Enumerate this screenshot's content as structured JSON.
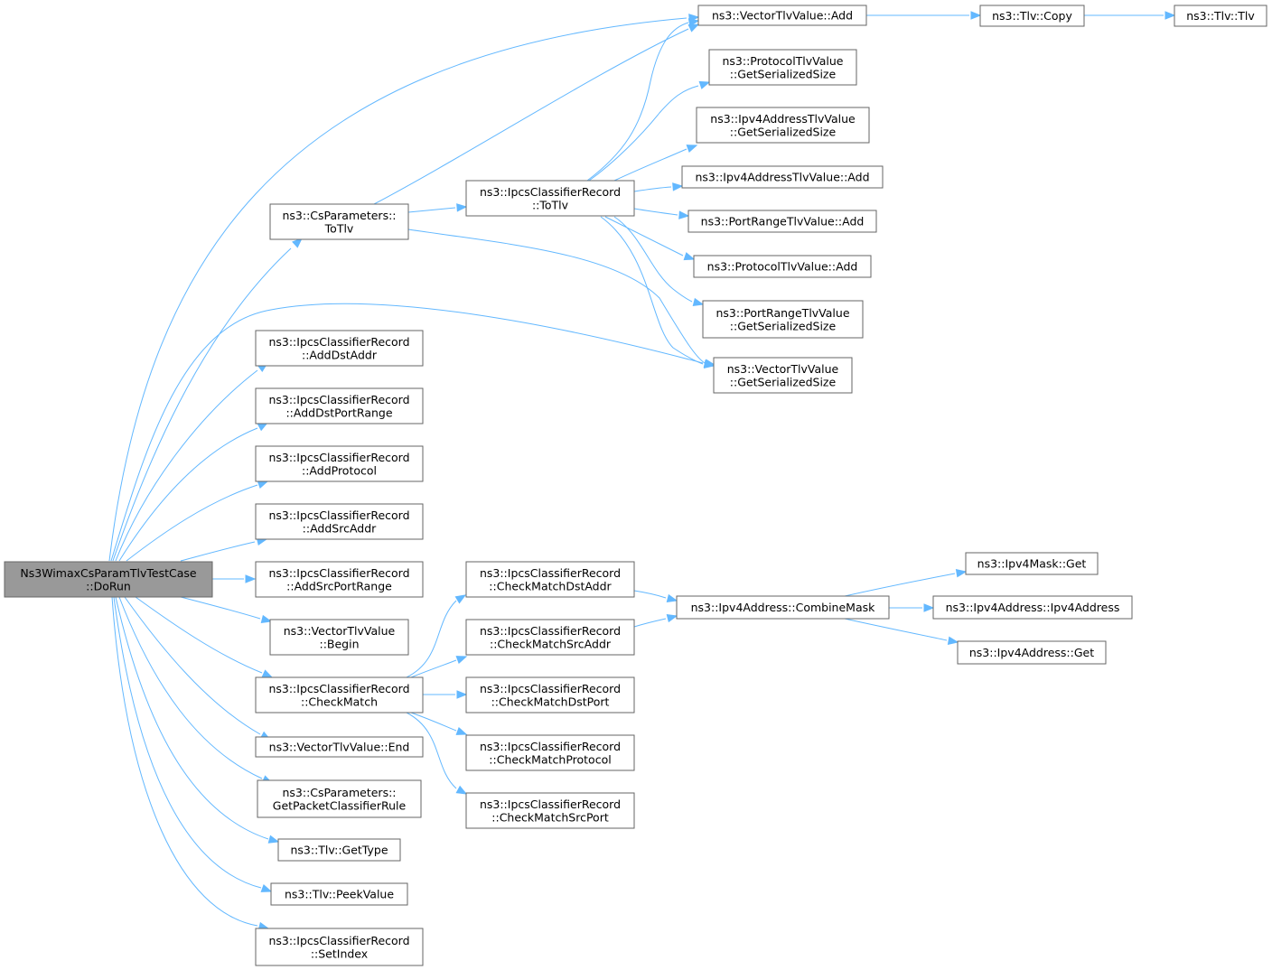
{
  "graph": {
    "root": "n0",
    "nodes": [
      {
        "id": "n0",
        "lines": [
          "Ns3WimaxCsParamTlvTestCase",
          "::DoRun"
        ]
      },
      {
        "id": "n1",
        "lines": [
          "ns3::CsParameters::",
          "ToTlv"
        ]
      },
      {
        "id": "n2",
        "lines": [
          "ns3::IpcsClassifierRecord",
          "::AddDstAddr"
        ]
      },
      {
        "id": "n3",
        "lines": [
          "ns3::IpcsClassifierRecord",
          "::AddDstPortRange"
        ]
      },
      {
        "id": "n4",
        "lines": [
          "ns3::IpcsClassifierRecord",
          "::AddProtocol"
        ]
      },
      {
        "id": "n5",
        "lines": [
          "ns3::IpcsClassifierRecord",
          "::AddSrcAddr"
        ]
      },
      {
        "id": "n6",
        "lines": [
          "ns3::IpcsClassifierRecord",
          "::AddSrcPortRange"
        ]
      },
      {
        "id": "n7",
        "lines": [
          "ns3::VectorTlvValue",
          "::Begin"
        ]
      },
      {
        "id": "n8",
        "lines": [
          "ns3::IpcsClassifierRecord",
          "::CheckMatch"
        ]
      },
      {
        "id": "n9",
        "lines": [
          "ns3::VectorTlvValue::End"
        ]
      },
      {
        "id": "n10",
        "lines": [
          "ns3::CsParameters::",
          "GetPacketClassifierRule"
        ]
      },
      {
        "id": "n11",
        "lines": [
          "ns3::Tlv::GetType"
        ]
      },
      {
        "id": "n12",
        "lines": [
          "ns3::Tlv::PeekValue"
        ]
      },
      {
        "id": "n13",
        "lines": [
          "ns3::IpcsClassifierRecord",
          "::SetIndex"
        ]
      },
      {
        "id": "n14",
        "lines": [
          "ns3::VectorTlvValue::Add"
        ]
      },
      {
        "id": "n15",
        "lines": [
          "ns3::IpcsClassifierRecord",
          "::ToTlv"
        ]
      },
      {
        "id": "n16",
        "lines": [
          "ns3::VectorTlvValue",
          "::GetSerializedSize"
        ]
      },
      {
        "id": "n17",
        "lines": [
          "ns3::ProtocolTlvValue",
          "::GetSerializedSize"
        ]
      },
      {
        "id": "n18",
        "lines": [
          "ns3::Ipv4AddressTlvValue",
          "::GetSerializedSize"
        ]
      },
      {
        "id": "n19",
        "lines": [
          "ns3::Ipv4AddressTlvValue::Add"
        ]
      },
      {
        "id": "n20",
        "lines": [
          "ns3::PortRangeTlvValue::Add"
        ]
      },
      {
        "id": "n21",
        "lines": [
          "ns3::ProtocolTlvValue::Add"
        ]
      },
      {
        "id": "n22",
        "lines": [
          "ns3::PortRangeTlvValue",
          "::GetSerializedSize"
        ]
      },
      {
        "id": "n23",
        "lines": [
          "ns3::Tlv::Copy"
        ]
      },
      {
        "id": "n24",
        "lines": [
          "ns3::Tlv::Tlv"
        ]
      },
      {
        "id": "n25",
        "lines": [
          "ns3::IpcsClassifierRecord",
          "::CheckMatchDstAddr"
        ]
      },
      {
        "id": "n26",
        "lines": [
          "ns3::IpcsClassifierRecord",
          "::CheckMatchSrcAddr"
        ]
      },
      {
        "id": "n27",
        "lines": [
          "ns3::IpcsClassifierRecord",
          "::CheckMatchDstPort"
        ]
      },
      {
        "id": "n28",
        "lines": [
          "ns3::IpcsClassifierRecord",
          "::CheckMatchProtocol"
        ]
      },
      {
        "id": "n29",
        "lines": [
          "ns3::IpcsClassifierRecord",
          "::CheckMatchSrcPort"
        ]
      },
      {
        "id": "n30",
        "lines": [
          "ns3::Ipv4Address::CombineMask"
        ]
      },
      {
        "id": "n31",
        "lines": [
          "ns3::Ipv4Mask::Get"
        ]
      },
      {
        "id": "n32",
        "lines": [
          "ns3::Ipv4Address::Ipv4Address"
        ]
      },
      {
        "id": "n33",
        "lines": [
          "ns3::Ipv4Address::Get"
        ]
      }
    ],
    "edges": [
      [
        "n0",
        "n1"
      ],
      [
        "n0",
        "n2"
      ],
      [
        "n0",
        "n3"
      ],
      [
        "n0",
        "n4"
      ],
      [
        "n0",
        "n5"
      ],
      [
        "n0",
        "n6"
      ],
      [
        "n0",
        "n7"
      ],
      [
        "n0",
        "n8"
      ],
      [
        "n0",
        "n9"
      ],
      [
        "n0",
        "n10"
      ],
      [
        "n0",
        "n11"
      ],
      [
        "n0",
        "n12"
      ],
      [
        "n0",
        "n13"
      ],
      [
        "n0",
        "n14"
      ],
      [
        "n0",
        "n16"
      ],
      [
        "n1",
        "n14"
      ],
      [
        "n1",
        "n15"
      ],
      [
        "n1",
        "n16"
      ],
      [
        "n15",
        "n14"
      ],
      [
        "n15",
        "n17"
      ],
      [
        "n15",
        "n18"
      ],
      [
        "n15",
        "n19"
      ],
      [
        "n15",
        "n20"
      ],
      [
        "n15",
        "n21"
      ],
      [
        "n15",
        "n22"
      ],
      [
        "n15",
        "n16"
      ],
      [
        "n14",
        "n23"
      ],
      [
        "n23",
        "n24"
      ],
      [
        "n8",
        "n25"
      ],
      [
        "n8",
        "n26"
      ],
      [
        "n8",
        "n27"
      ],
      [
        "n8",
        "n28"
      ],
      [
        "n8",
        "n29"
      ],
      [
        "n25",
        "n30"
      ],
      [
        "n26",
        "n30"
      ],
      [
        "n30",
        "n31"
      ],
      [
        "n30",
        "n32"
      ],
      [
        "n30",
        "n33"
      ]
    ]
  }
}
